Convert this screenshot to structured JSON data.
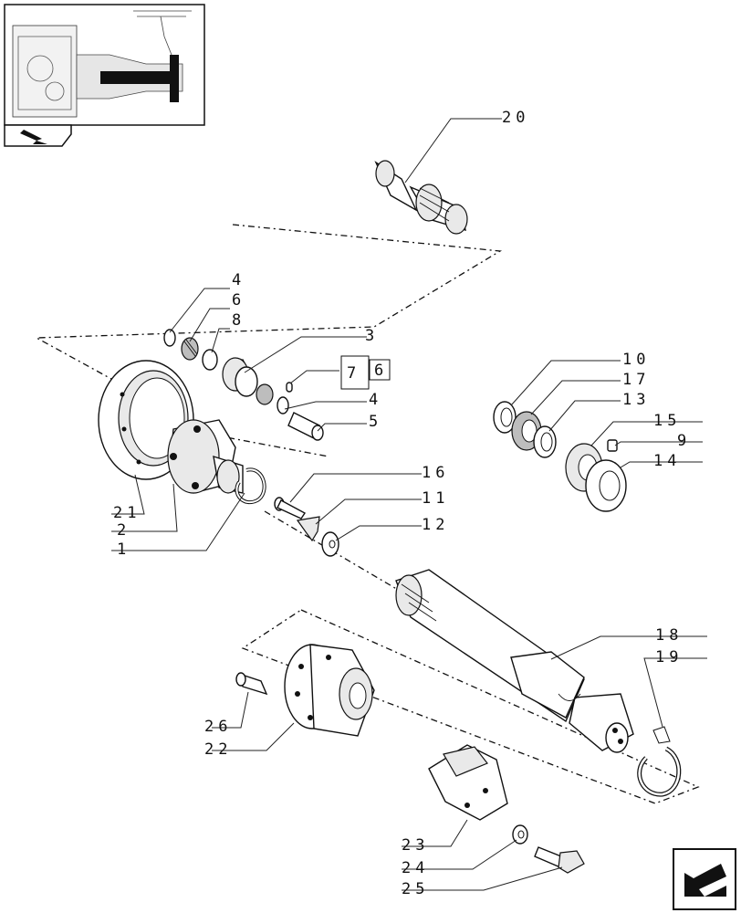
{
  "labels": {
    "p1": "1",
    "p2": "2",
    "p3": "3",
    "p4a": "4",
    "p4b": "4",
    "p5": "5",
    "p6a": "6",
    "p6b": "6",
    "p7": "7",
    "p8": "8",
    "p9": "9",
    "p10": "10",
    "p11": "11",
    "p12": "12",
    "p13": "13",
    "p14": "14",
    "p15": "15",
    "p16": "16",
    "p17": "17",
    "p18": "18",
    "p19": "19",
    "p20": "20",
    "p21": "21",
    "p22": "22",
    "p23": "23",
    "p24": "24",
    "p25": "25",
    "p26": "26"
  },
  "icons": {
    "thumbnail": "assembly-location-thumbnail",
    "prev_nav": "previous-page-arrow-icon",
    "next_nav": "next-page-arrow-icon"
  }
}
